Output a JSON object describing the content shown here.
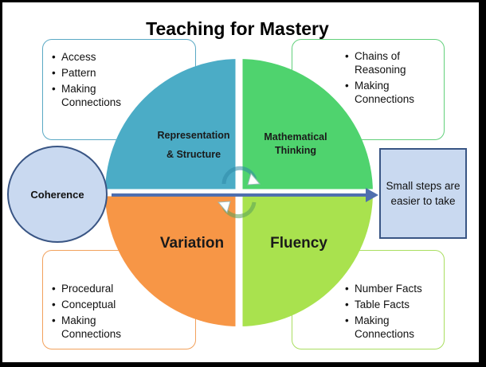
{
  "title": "Teaching for Mastery",
  "quadrants": {
    "representation": {
      "label_line1": "Representation",
      "label_line2": "& Structure",
      "color": "#4bacc6"
    },
    "mathematical": {
      "label_line1": "Mathematical",
      "label_line2": "Thinking",
      "color": "#4fd36e"
    },
    "variation": {
      "label": "Variation",
      "color": "#f79646"
    },
    "fluency": {
      "label": "Fluency",
      "color": "#a9e24e"
    }
  },
  "boxes": {
    "top_left": {
      "items": [
        "Access",
        "Pattern",
        "Making Connections"
      ]
    },
    "top_right": {
      "items": [
        "Chains of Reasoning",
        "Making Connections"
      ]
    },
    "bottom_left": {
      "items": [
        "Procedural",
        "Conceptual",
        "Making Connections"
      ]
    },
    "bottom_right": {
      "items": [
        "Number Facts",
        "Table Facts",
        "Making Connections"
      ]
    }
  },
  "coherence": "Coherence",
  "small_steps": "Small steps are easier to take",
  "arrow_color": "#4f6fae"
}
